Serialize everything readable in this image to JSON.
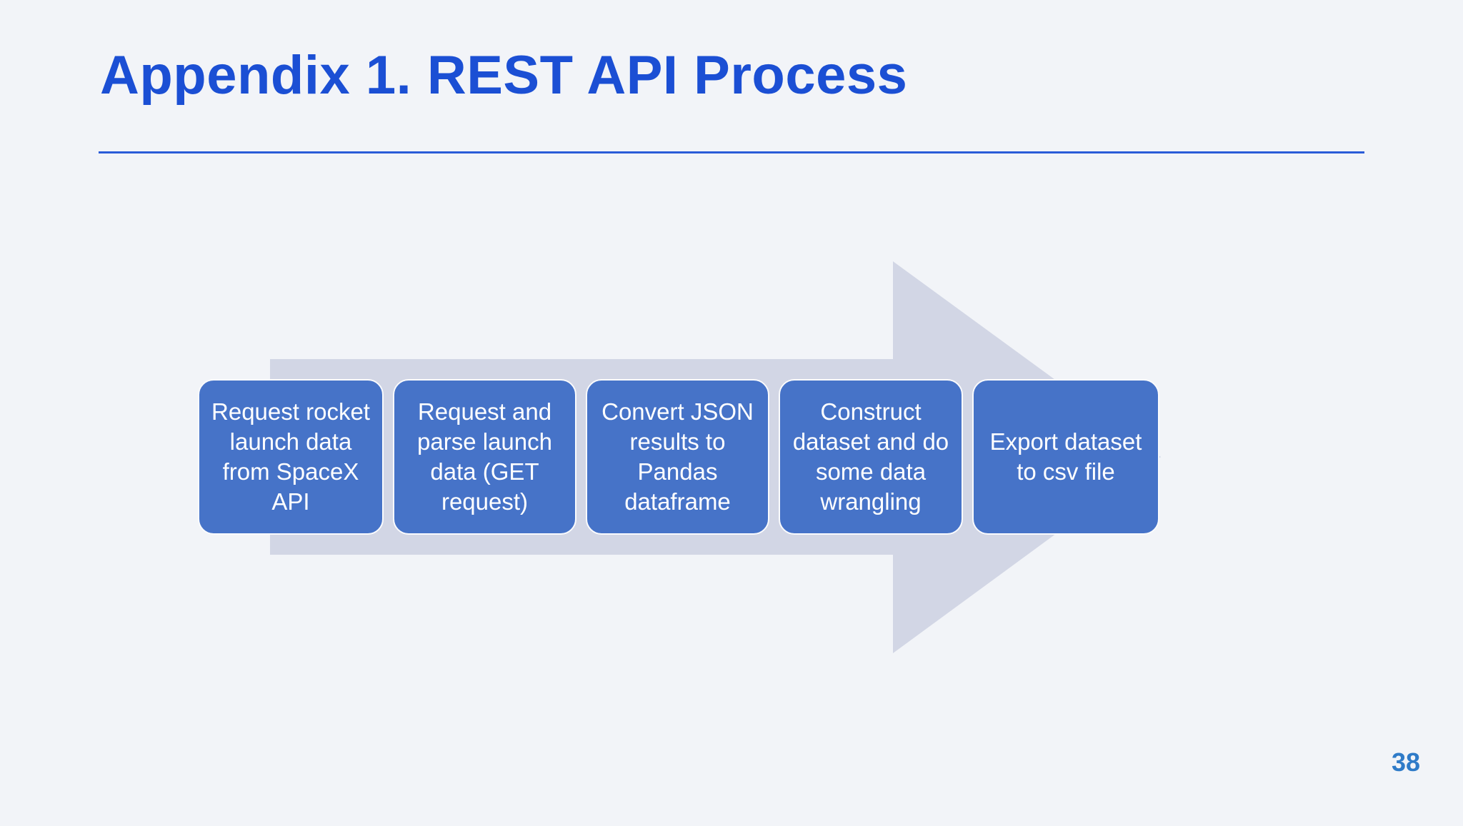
{
  "slide": {
    "title": "Appendix 1. REST API Process",
    "page_number": "38",
    "background_color": "#F2F4F8",
    "title_color": "#1B4FD4",
    "rule_color": "#2A5CD8"
  },
  "diagram": {
    "type": "process-arrow",
    "arrow_color": "#D2D6E5",
    "box_color": "#4673C8",
    "box_border_color": "#FAFBFD",
    "box_text_color": "#FFFFFF",
    "direction": "left-to-right",
    "steps": [
      {
        "index": "1",
        "label": "Request rocket launch data from SpaceX API"
      },
      {
        "index": "2",
        "label": "Request and parse launch data (GET request)"
      },
      {
        "index": "3",
        "label": "Convert JSON results to Pandas dataframe"
      },
      {
        "index": "4",
        "label": "Construct dataset and do some data wrangling"
      },
      {
        "index": "5",
        "label": "Export dataset to csv file"
      }
    ]
  }
}
